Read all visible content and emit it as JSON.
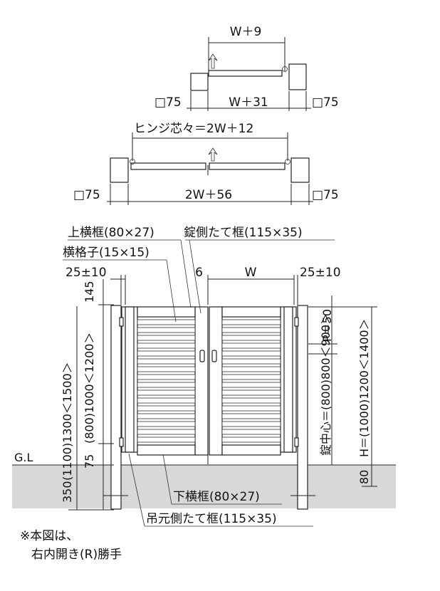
{
  "top_plan": {
    "width_top": "W＋9",
    "post_left": "□75",
    "width_bottom": "W＋31",
    "post_right": "□75"
  },
  "double_plan": {
    "hinge_center": "ヒンジ芯々＝2W＋12",
    "post_left": "□75",
    "width_bottom": "2W＋56",
    "post_right": "□75"
  },
  "elevation": {
    "label_top_rail": "上横框(80×27)",
    "label_lock_stile": "錠側たて框(115×35)",
    "label_slat": "横格子(15×15)",
    "gap_left": "25±10",
    "gap_center": "6",
    "leaf_width": "W",
    "gap_right": "25±10",
    "dim_145": "145",
    "dim_heights_outer": "(1100)1300＜1500＞",
    "dim_heights_inner": "(800)1000＜1200＞",
    "dim_75": "75",
    "dim_350": "350",
    "ground_label": "G.L",
    "dim_pitch": "P＝50",
    "dim_lock_center": "錠中心＝(800)800＜900＞",
    "dim_h": "H＝(1000)1200＜1400＞",
    "dim_80": "80",
    "label_bottom_rail": "下横框(80×27)",
    "label_hinge_stile": "吊元側たて框(115×35)"
  },
  "note": {
    "line1": "※本図は、",
    "line2": "右内開き(R)勝手"
  }
}
